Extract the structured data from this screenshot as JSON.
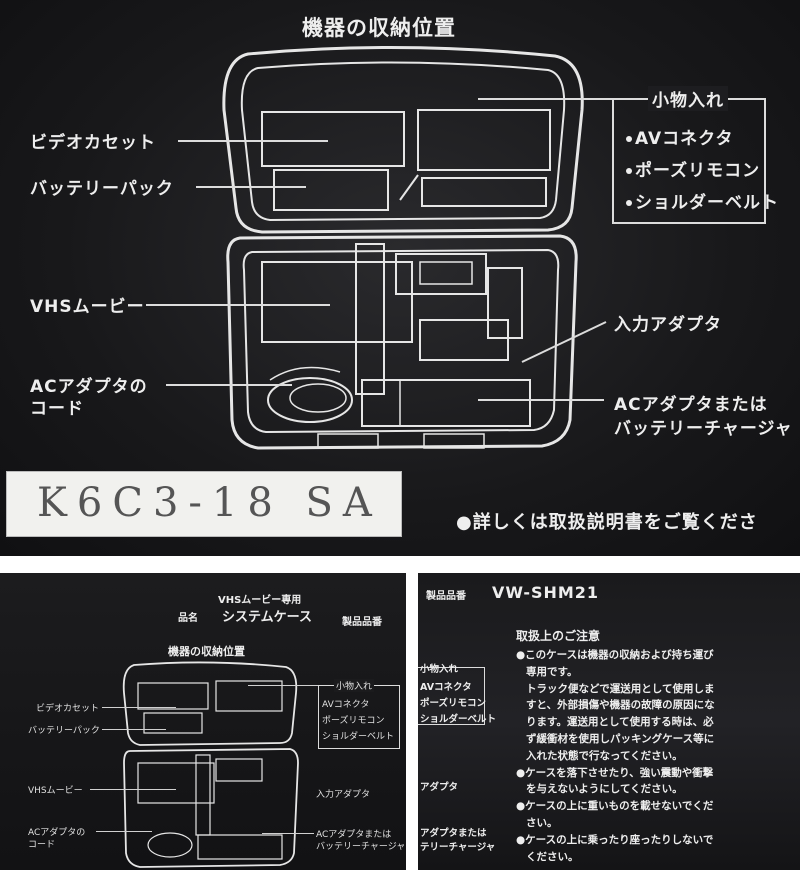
{
  "photo_top": {
    "title": "機器の収納位置",
    "label_video_cassette": "ビデオカセット",
    "label_battery_pack": "バッテリーパック",
    "label_vhs_movie": "VHSムービー",
    "label_ac_cord_line1": "ACアダプタの",
    "label_ac_cord_line2": "コード",
    "accessory_heading": "小物入れ",
    "accessory_items": [
      "AVコネクタ",
      "ポーズリモコン",
      "ショルダーベルト"
    ],
    "label_input_adapter": "入力アダプタ",
    "label_ac_charger_line1": "ACアダプタまたは",
    "label_ac_charger_line2": "バッテリーチャージャ",
    "stamp_code": "K6C3-18 SA",
    "note_text": "●詳しくは取扱説明書をご覧くださ"
  },
  "photo_bottom_left": {
    "subtitle": "VHSムービー専用",
    "name_label": "品名",
    "name_value": "システムケース",
    "product_no_label": "製品品番",
    "title": "機器の収納位置",
    "label_video_cassette": "ビデオカセット",
    "label_battery_pack": "バッテリーパック",
    "label_vhs_movie": "VHSムービー",
    "label_ac_cord_line1": "ACアダプタの",
    "label_ac_cord_line2": "コード",
    "accessory_heading": "小物入れ",
    "accessory_items": [
      "AVコネクタ",
      "ポーズリモコン",
      "ショルダーベルト"
    ],
    "label_input_adapter": "入力アダプタ",
    "label_ac_charger_line1": "ACアダプタまたは",
    "label_ac_charger_line2": "バッテリーチャージャ"
  },
  "photo_bottom_right": {
    "product_no_label": "製品品番",
    "product_no_value": "VW-SHM21",
    "accessory_heading": "小物入れ",
    "accessory_items": [
      "AVコネクタ",
      "ポーズリモコン",
      "ショルダーベルト"
    ],
    "label_adapter": "アダプタ",
    "label_ac_line1": "アダプタまたは",
    "label_ac_line2": "テリーチャージャ",
    "caution_heading": "取扱上のご注意",
    "caution_lines": [
      "●このケースは機器の収納および持ち運び",
      "専用です。",
      "トラック便などで運送用として使用しま",
      "すと、外部損傷や機器の故障の原因にな",
      "ります。運送用として使用する時は、必",
      "ず緩衝材を使用しパッキングケース等に",
      "入れた状態で行なってください。",
      "●ケースを落下させたり、強い震動や衝撃",
      "を与えないようにしてください。",
      "●ケースの上に重いものを載せないでくだ",
      "さい。",
      "●ケースの上に乗ったり座ったりしないで",
      "ください。"
    ]
  }
}
